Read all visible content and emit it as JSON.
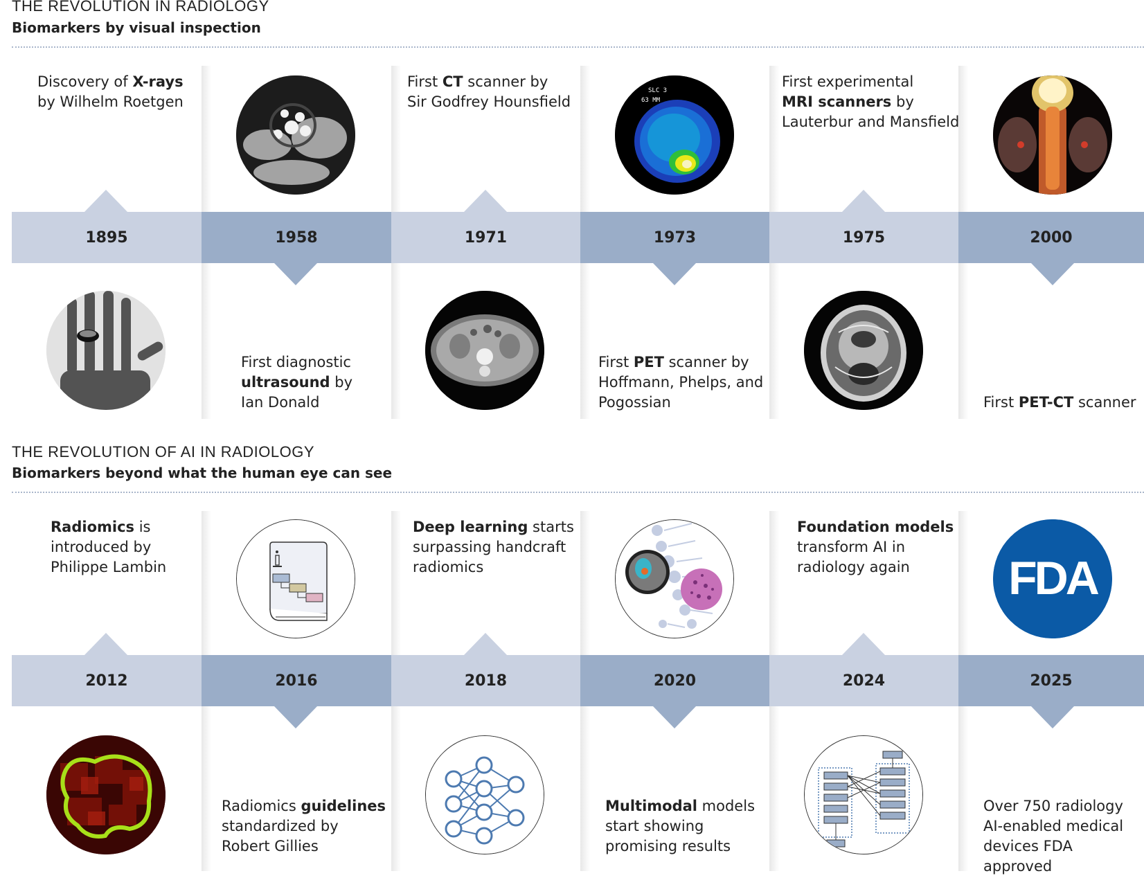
{
  "section1": {
    "title": "THE REVOLUTION IN RADIOLOGY",
    "subtitle": "Biomarkers by visual inspection",
    "events": [
      {
        "year": "1895",
        "pre": "Discovery of ",
        "bold": "X-rays",
        "post": "",
        "line2": "by Wilhelm Roetgen",
        "image": "hand-xray-icon"
      },
      {
        "year": "1958",
        "pre": "First diagnostic",
        "bold": "ultrasound",
        "post": " by",
        "line2": "Ian Donald",
        "image": "ultrasound-scan-icon"
      },
      {
        "year": "1971",
        "pre": "First ",
        "bold": "CT",
        "post": " scanner by",
        "line2": "Sir Godfrey Hounsfield",
        "image": "ct-scan-icon"
      },
      {
        "year": "1973",
        "pre": "First ",
        "bold": "PET",
        "post": " scanner by",
        "line2": "Hoffmann, Phelps, and",
        "line3": "Pogossian",
        "image": "pet-scan-icon",
        "image_text1": "SLC 3",
        "image_text2": "63 MM"
      },
      {
        "year": "1975",
        "pre": "First experimental",
        "bold": "MRI scanners",
        "post": " by",
        "line2": "Lauterbur and Mansfield",
        "image": "mri-scan-icon"
      },
      {
        "year": "2000",
        "pre": "First ",
        "bold": "PET-CT",
        "post": " scanner",
        "image": "pet-ct-scan-icon"
      }
    ]
  },
  "section2": {
    "title": "THE REVOLUTION OF AI IN RADIOLOGY",
    "subtitle": "Biomarkers beyond what the human eye can see",
    "events": [
      {
        "year": "2012",
        "bold": "Radiomics",
        "post": " is",
        "line2": "introduced by",
        "line3": "Philippe Lambin",
        "image": "radiomics-segmentation-icon"
      },
      {
        "year": "2016",
        "pre": "Radiomics ",
        "bold": "guidelines",
        "line2": "standardized by",
        "line3": "Robert Gillies",
        "image": "guidelines-book-icon"
      },
      {
        "year": "2018",
        "bold": "Deep learning",
        "post": " starts",
        "line2": "surpassing handcraft",
        "line3": "radiomics",
        "image": "neural-network-icon"
      },
      {
        "year": "2020",
        "bold": "Multimodal",
        "post": " models",
        "line2": "start showing",
        "line3": "promising results",
        "image": "multimodal-icon"
      },
      {
        "year": "2024",
        "bold": "Foundation models",
        "line2": "transform AI in",
        "line3": "radiology again",
        "image": "foundation-model-icon"
      },
      {
        "year": "2025",
        "pre": "Over 750 radiology",
        "line2": "AI-enabled medical",
        "line3": "devices FDA approved",
        "image": "fda-logo-icon",
        "logo_text": "FDA"
      }
    ]
  },
  "colors": {
    "band_light": "#c9d1e1",
    "band_dark": "#9aadc8",
    "fda_blue": "#0b5aa6"
  }
}
